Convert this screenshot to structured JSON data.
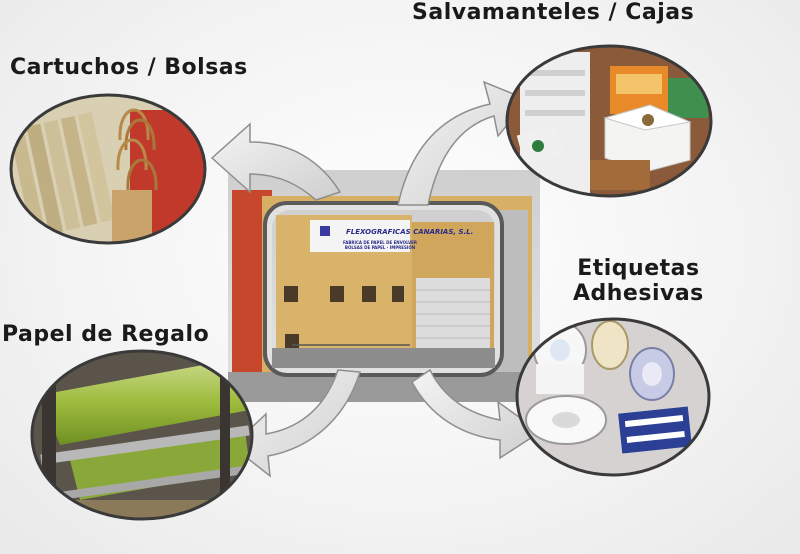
{
  "labels": {
    "cartuchos": "Cartuchos / Bolsas",
    "salvamanteles": "Salvamanteles / Cajas",
    "etiquetas_line1": "Etiquetas",
    "etiquetas_line2": "Adhesivas",
    "papel_regalo": "Papel de Regalo"
  },
  "building": {
    "company_name": "FLEXOGRAFICAS CANARIAS, S.L.",
    "sign_line1": "FABRICA DE PAPEL DE ENVOLVER",
    "sign_line2": "BOLSAS DE PAPEL · IMPRESIÓN"
  },
  "colors": {
    "arrow_fill": "#e6e6e6",
    "arrow_stroke": "#8e8e8e",
    "facade": "#d9b36a",
    "frame": "#555555"
  }
}
